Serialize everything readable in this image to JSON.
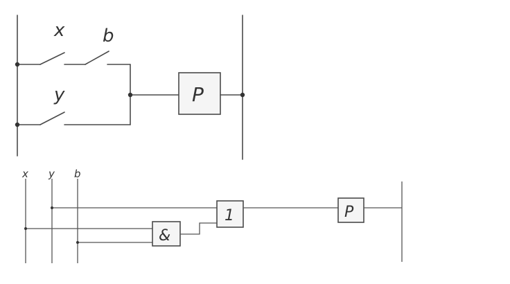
{
  "relay_circuit": {
    "contact_x": "x",
    "contact_b": "b",
    "contact_y": "y",
    "relay": "P"
  },
  "logic_circuit": {
    "input_x": "x",
    "input_y": "y",
    "input_b": "b",
    "and_gate": "&",
    "or_gate": "1",
    "relay": "P"
  }
}
